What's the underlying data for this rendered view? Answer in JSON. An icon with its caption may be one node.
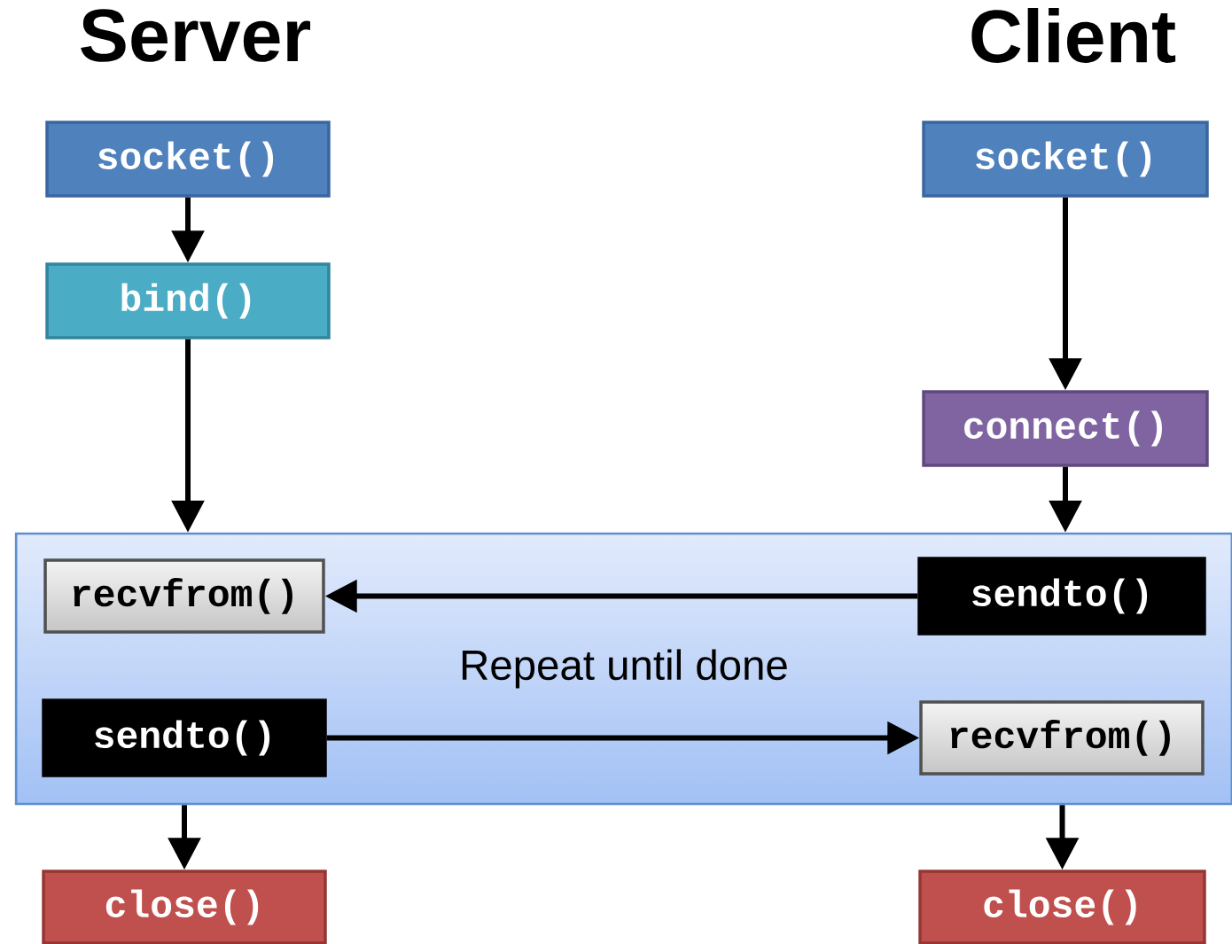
{
  "diagram": {
    "nodes": [
      {
        "text": [
          "socket()"
        ]
      },
      {
        "text": [
          "bind()"
        ]
      },
      {
        "text": [
          "Repeat until done"
        ]
      },
      {
        "text": [
          "recvfrom()"
        ],
        "in": 2
      },
      {
        "text": [
          "sendto()"
        ],
        "in": 2
      },
      {
        "text": [
          "close()"
        ]
      },
      {
        "text": [
          "socket()"
        ]
      },
      {
        "text": [
          "connect()"
        ]
      },
      {
        "text": [
          "sendto()"
        ],
        "in": 2
      },
      {
        "text": [
          "recvfrom()"
        ],
        "in": 2
      },
      {
        "text": [
          "close()"
        ]
      }
    ],
    "edges": [
      {
        "from": 0,
        "to": 1,
        "arrow": "to"
      },
      {
        "from": 1,
        "to": 2,
        "arrow": "to"
      },
      {
        "from": 6,
        "to": 7,
        "arrow": "to"
      },
      {
        "from": 7,
        "to": 2,
        "arrow": "to"
      },
      {
        "from": 8,
        "to": 3,
        "arrow": "to"
      },
      {
        "from": 4,
        "to": 9,
        "arrow": "to"
      },
      {
        "from": 2,
        "to": 5,
        "arrow": "to"
      },
      {
        "from": 2,
        "to": 10,
        "arrow": "to"
      }
    ],
    "labels": [
      "Server",
      "Client"
    ]
  }
}
